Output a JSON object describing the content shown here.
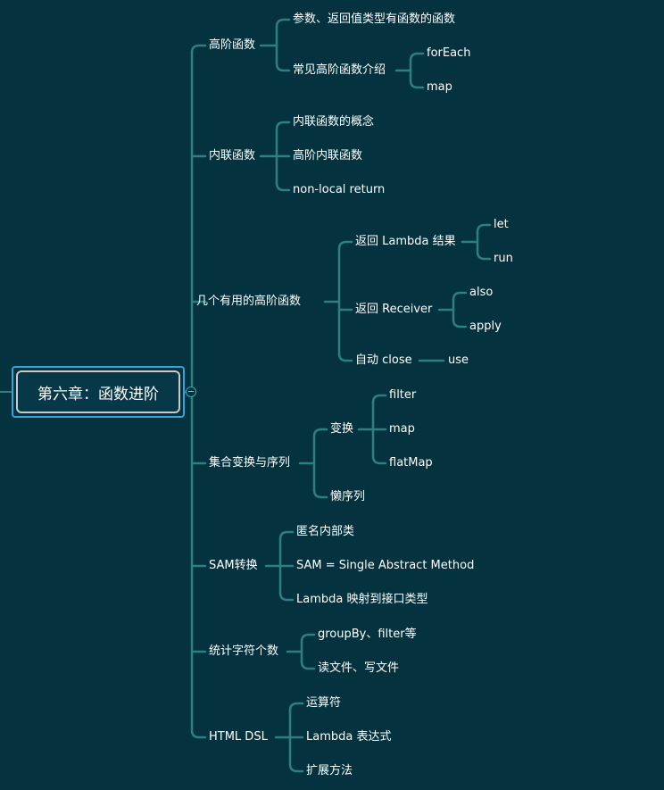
{
  "mindmap": {
    "root": "第六章：函数进阶",
    "line_color": "#2d7f80",
    "root_border_color": "#34a4dd",
    "branches": [
      {
        "label": "高阶函数",
        "children": [
          {
            "label": "参数、返回值类型有函数的函数"
          },
          {
            "label": "常见高阶函数介绍",
            "children": [
              {
                "label": "forEach"
              },
              {
                "label": "map"
              }
            ]
          }
        ]
      },
      {
        "label": "内联函数",
        "children": [
          {
            "label": "内联函数的概念"
          },
          {
            "label": "高阶内联函数"
          },
          {
            "label": "non-local return"
          }
        ]
      },
      {
        "label": "几个有用的高阶函数",
        "children": [
          {
            "label": "返回 Lambda 结果",
            "children": [
              {
                "label": "let"
              },
              {
                "label": "run"
              }
            ]
          },
          {
            "label": "返回 Receiver",
            "children": [
              {
                "label": "also"
              },
              {
                "label": "apply"
              }
            ]
          },
          {
            "label": "自动 close",
            "children": [
              {
                "label": "use"
              }
            ]
          }
        ]
      },
      {
        "label": "集合变换与序列",
        "children": [
          {
            "label": "变换",
            "children": [
              {
                "label": "filter"
              },
              {
                "label": "map"
              },
              {
                "label": "flatMap"
              }
            ]
          },
          {
            "label": "懒序列"
          }
        ]
      },
      {
        "label": "SAM转换",
        "children": [
          {
            "label": "匿名内部类"
          },
          {
            "label": "SAM = Single Abstract Method"
          },
          {
            "label": "Lambda 映射到接口类型"
          }
        ]
      },
      {
        "label": "统计字符个数",
        "children": [
          {
            "label": "groupBy、filter等"
          },
          {
            "label": "读文件、写文件"
          }
        ]
      },
      {
        "label": "HTML DSL",
        "children": [
          {
            "label": "运算符"
          },
          {
            "label": "Lambda 表达式"
          },
          {
            "label": "扩展方法"
          }
        ]
      }
    ]
  }
}
